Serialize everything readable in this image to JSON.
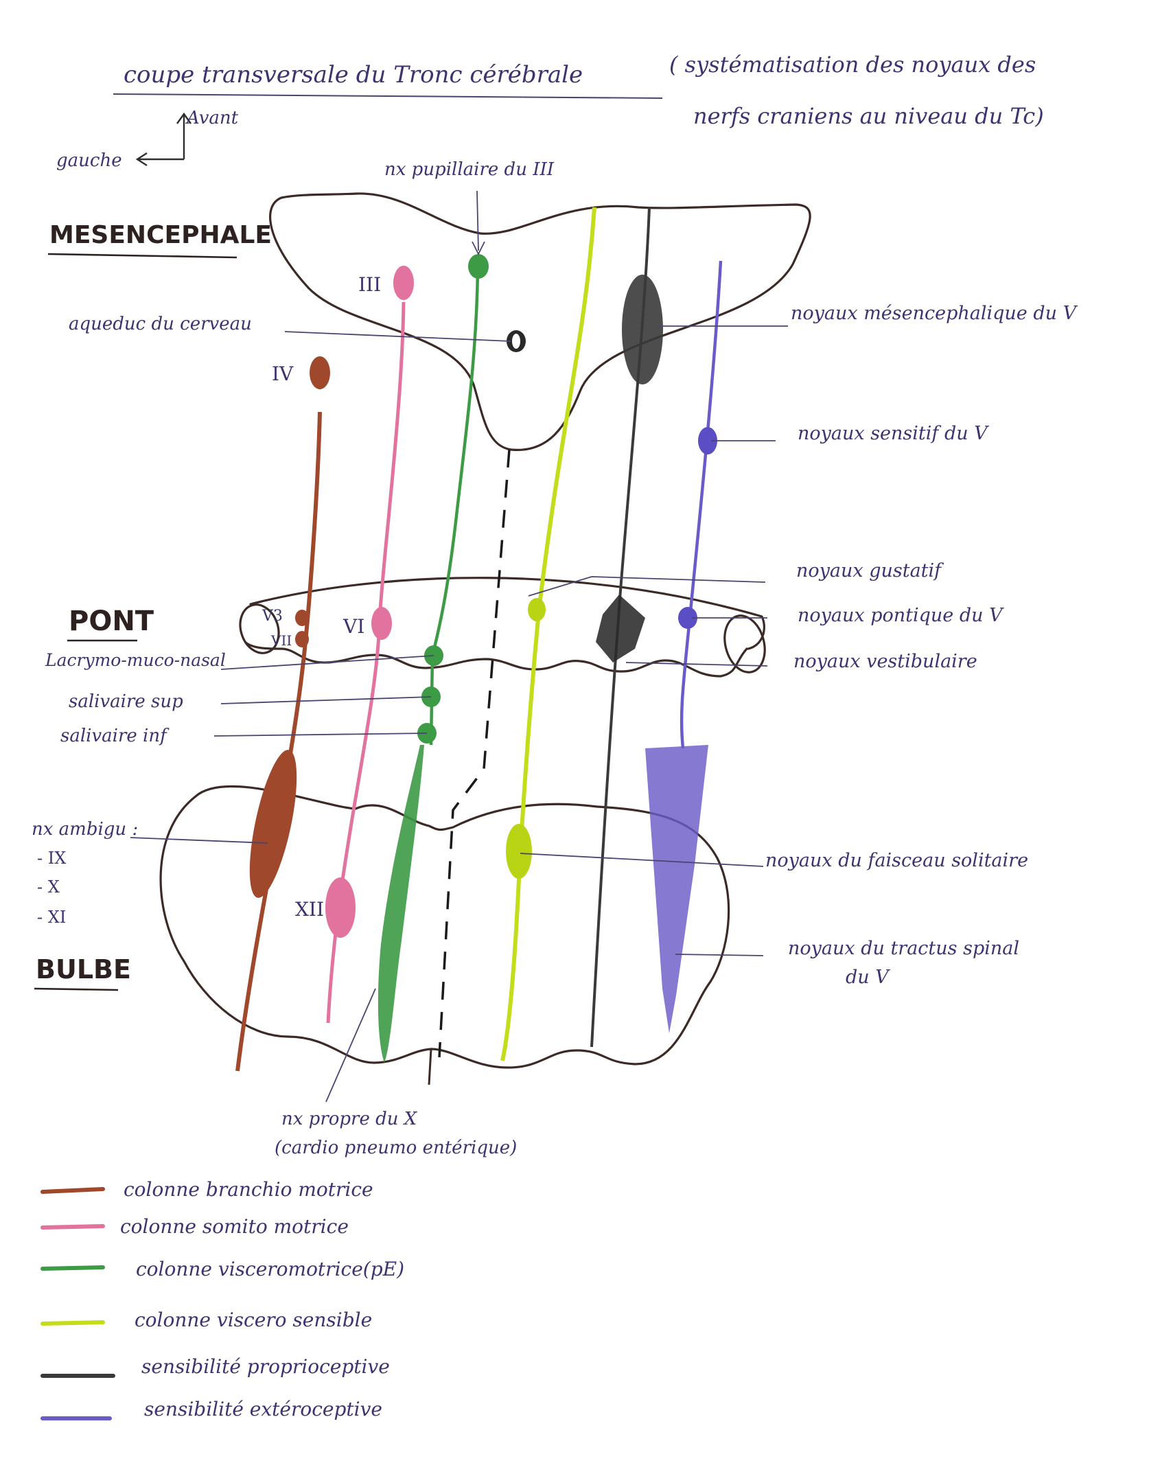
{
  "title": {
    "main": "coupe transversale du Tronc cérébrale",
    "paren_line1": "( systématisation des noyaux des",
    "paren_line2": "nerfs craniens au niveau du Tc)"
  },
  "orientation": {
    "front": "Avant",
    "left": "gauche"
  },
  "regions": {
    "mesencephale": "MESENCEPHALE",
    "pont": "PONT",
    "bulbe": "BULBE"
  },
  "nerve_labels": {
    "III": "III",
    "IV": "IV",
    "VI": "VI",
    "V3": "V3",
    "VII": "VII",
    "XII": "XII"
  },
  "annotations": {
    "pupillaire": "nx pupillaire du III",
    "aqueduc": "aqueduc du cerveau",
    "meso_v": "noyaux mésencephalique du V",
    "sensitif_v": "noyaux sensitif du V",
    "gustatif": "noyaux gustatif",
    "pontique_v": "noyaux pontique du V",
    "vestibulaire": "noyaux vestibulaire",
    "lacrymo": "Lacrymo-muco-nasal",
    "salivaire_sup": "salivaire sup",
    "salivaire_inf": "salivaire inf",
    "ambigu_title": "nx ambigu :",
    "ambigu_items": [
      "- IX",
      "- X",
      "- XI"
    ],
    "solitaire": "noyaux du faisceau solitaire",
    "tractus_line1": "noyaux du tractus spinal",
    "tractus_line2": "du V",
    "propre_line1": "nx propre du X",
    "propre_line2": "(cardio pneumo entérique)"
  },
  "legend": [
    {
      "label": "colonne branchio motrice",
      "color": "#a0482c"
    },
    {
      "label": "colonne somito motrice",
      "color": "#e2739e"
    },
    {
      "label": "colonne visceromotrice(pE)",
      "color": "#3d9a45"
    },
    {
      "label": "colonne viscero sensible",
      "color": "#c3dd1a"
    },
    {
      "label": "sensibilité proprioceptive",
      "color": "#3a3a3a"
    },
    {
      "label": "sensibilité extéroceptive",
      "color": "#6a5cc8"
    }
  ]
}
